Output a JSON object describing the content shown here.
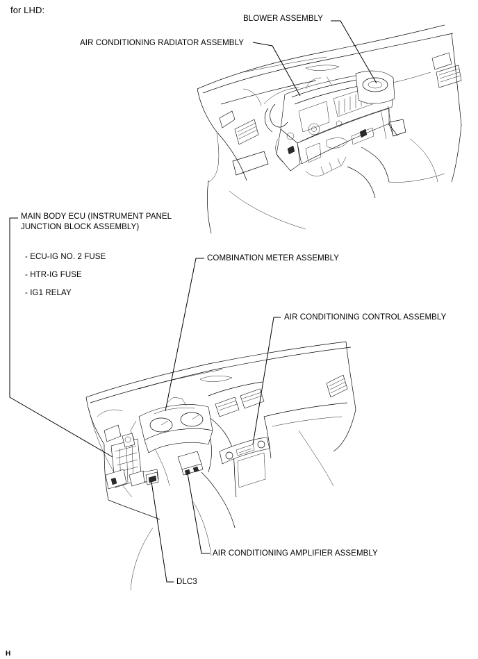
{
  "header": {
    "title": "for LHD:"
  },
  "top_view": {
    "labels": {
      "blower": "BLOWER ASSEMBLY",
      "radiator": "AIR CONDITIONING RADIATOR ASSEMBLY"
    }
  },
  "bottom_view": {
    "labels": {
      "main_body_ecu_line1": "MAIN BODY ECU (INSTRUMENT PANEL",
      "main_body_ecu_line2": "JUNCTION BLOCK ASSEMBLY)",
      "sub_items": [
        "- ECU-IG NO. 2 FUSE",
        "- HTR-IG FUSE",
        "- IG1 RELAY"
      ],
      "combination_meter": "COMBINATION METER ASSEMBLY",
      "ac_control": "AIR CONDITIONING CONTROL ASSEMBLY",
      "ac_amplifier": "AIR CONDITIONING AMPLIFIER ASSEMBLY",
      "dlc3": "DLC3"
    }
  },
  "footer": {
    "code": "H"
  }
}
